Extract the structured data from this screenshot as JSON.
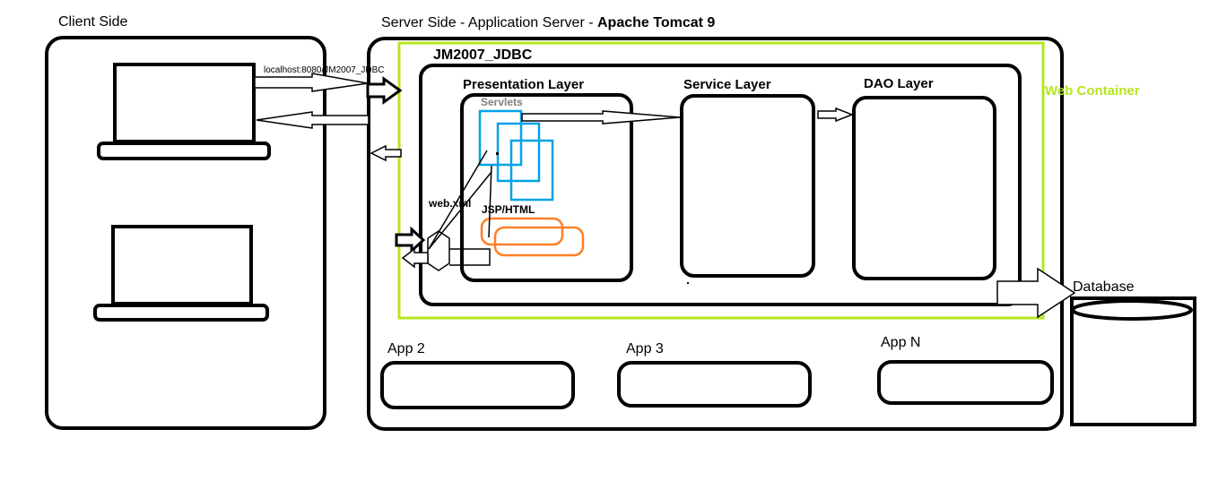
{
  "labels": {
    "client_side": "Client Side",
    "server_side_prefix": "Server Side - Application Server - ",
    "server_name": "Apache Tomcat 9",
    "app_name": "JM2007_JDBC",
    "presentation_layer": "Presentation Layer",
    "service_layer": "Service Layer",
    "dao_layer": "DAO Layer",
    "web_container": "Web Container",
    "servlets": "Servlets",
    "jsp_html": "JSP/HTML",
    "web_xml": "web.xml",
    "url": "localhost:8080/JM2007_JDBC",
    "database": "Database",
    "app2": "App 2",
    "app3": "App 3",
    "appn": "App N"
  },
  "colors": {
    "web_container": "#b5e61d",
    "servlets": "#00a2e8",
    "jsp": "#ff7f27",
    "servlets_label": "#7f7f7f"
  }
}
